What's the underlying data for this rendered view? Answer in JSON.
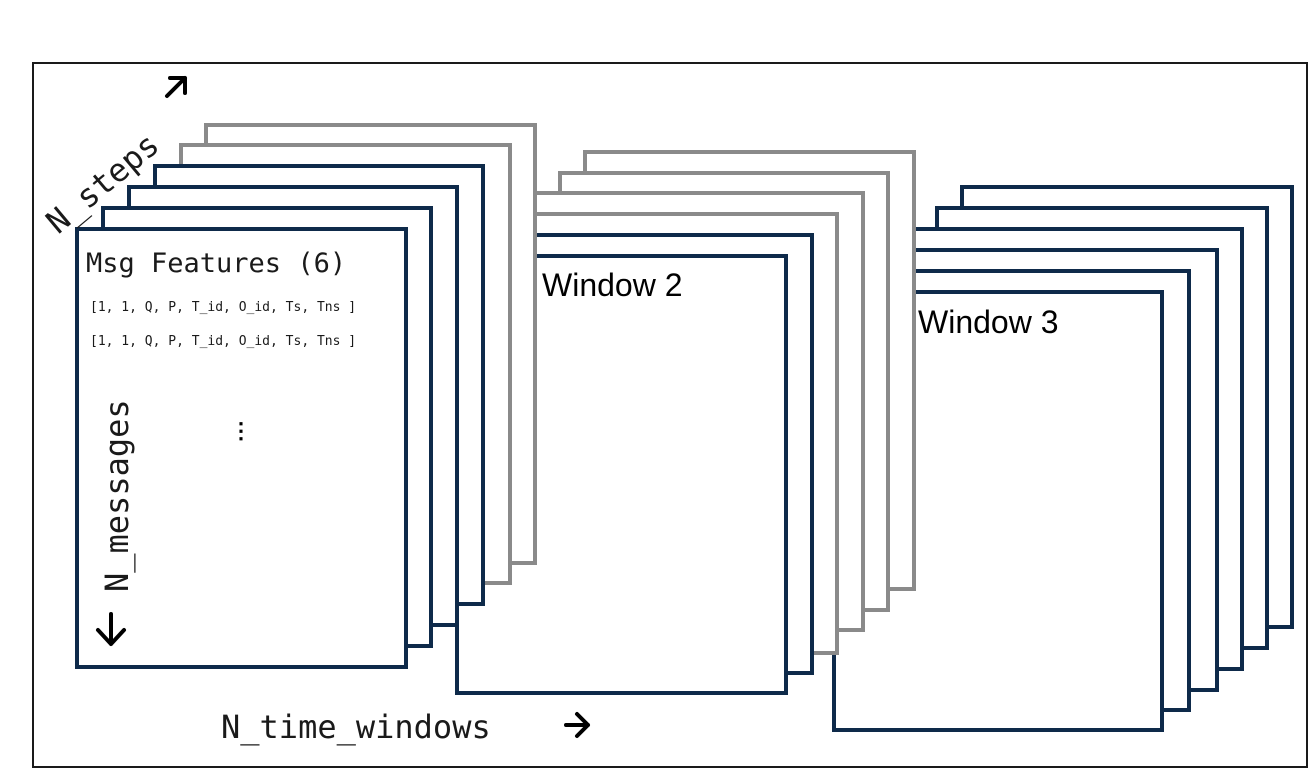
{
  "axes": {
    "steps_label": "N_steps",
    "messages_label": "N_messages",
    "time_windows_label": "N_time_windows"
  },
  "window1": {
    "title": "Msg Features (6)",
    "rows": [
      "[1, 1, Q, P, T_id, O_id, Ts, Tns ]",
      "[1, 1, Q, P, T_id, O_id, Ts, Tns ]"
    ],
    "ellipsis": "⋮"
  },
  "window2": {
    "title": "Window 2"
  },
  "window3": {
    "title": "Window 3"
  },
  "colors": {
    "dark_sheet": "#0e2a4a",
    "grey_sheet": "#8a8a8a",
    "frame": "#1a1a1a"
  },
  "icons": {
    "steps_arrow": "arrow-up-right-icon",
    "messages_arrow": "arrow-down-icon",
    "time_windows_arrow": "arrow-right-icon"
  }
}
